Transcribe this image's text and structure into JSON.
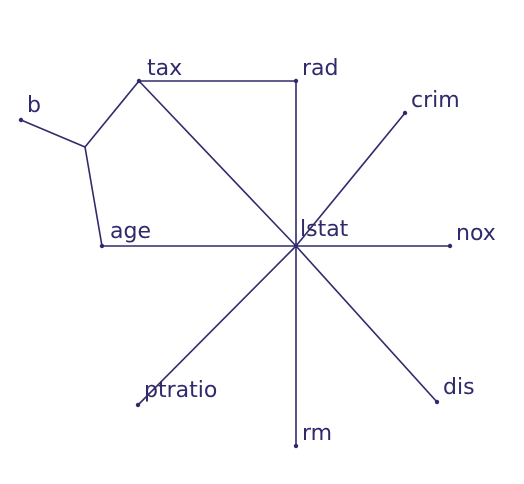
{
  "colors": {
    "line": "#2f2a6b",
    "text": "#2f2a6b",
    "background": "#ffffff"
  },
  "nodes": [
    {
      "id": "lstat",
      "label": "lstat"
    },
    {
      "id": "tax",
      "label": "tax"
    },
    {
      "id": "rad",
      "label": "rad"
    },
    {
      "id": "crim",
      "label": "crim"
    },
    {
      "id": "nox",
      "label": "nox"
    },
    {
      "id": "dis",
      "label": "dis"
    },
    {
      "id": "rm",
      "label": "rm"
    },
    {
      "id": "ptratio",
      "label": "ptratio"
    },
    {
      "id": "age",
      "label": "age"
    },
    {
      "id": "b",
      "label": "b"
    },
    {
      "id": "junction",
      "label": ""
    }
  ],
  "edges": [
    {
      "from": "lstat",
      "to": "tax"
    },
    {
      "from": "lstat",
      "to": "rad"
    },
    {
      "from": "lstat",
      "to": "crim"
    },
    {
      "from": "lstat",
      "to": "nox"
    },
    {
      "from": "lstat",
      "to": "dis"
    },
    {
      "from": "lstat",
      "to": "rm"
    },
    {
      "from": "lstat",
      "to": "ptratio"
    },
    {
      "from": "lstat",
      "to": "age"
    },
    {
      "from": "tax",
      "to": "rad"
    },
    {
      "from": "tax",
      "to": "junction"
    },
    {
      "from": "junction",
      "to": "b"
    },
    {
      "from": "junction",
      "to": "age"
    }
  ]
}
